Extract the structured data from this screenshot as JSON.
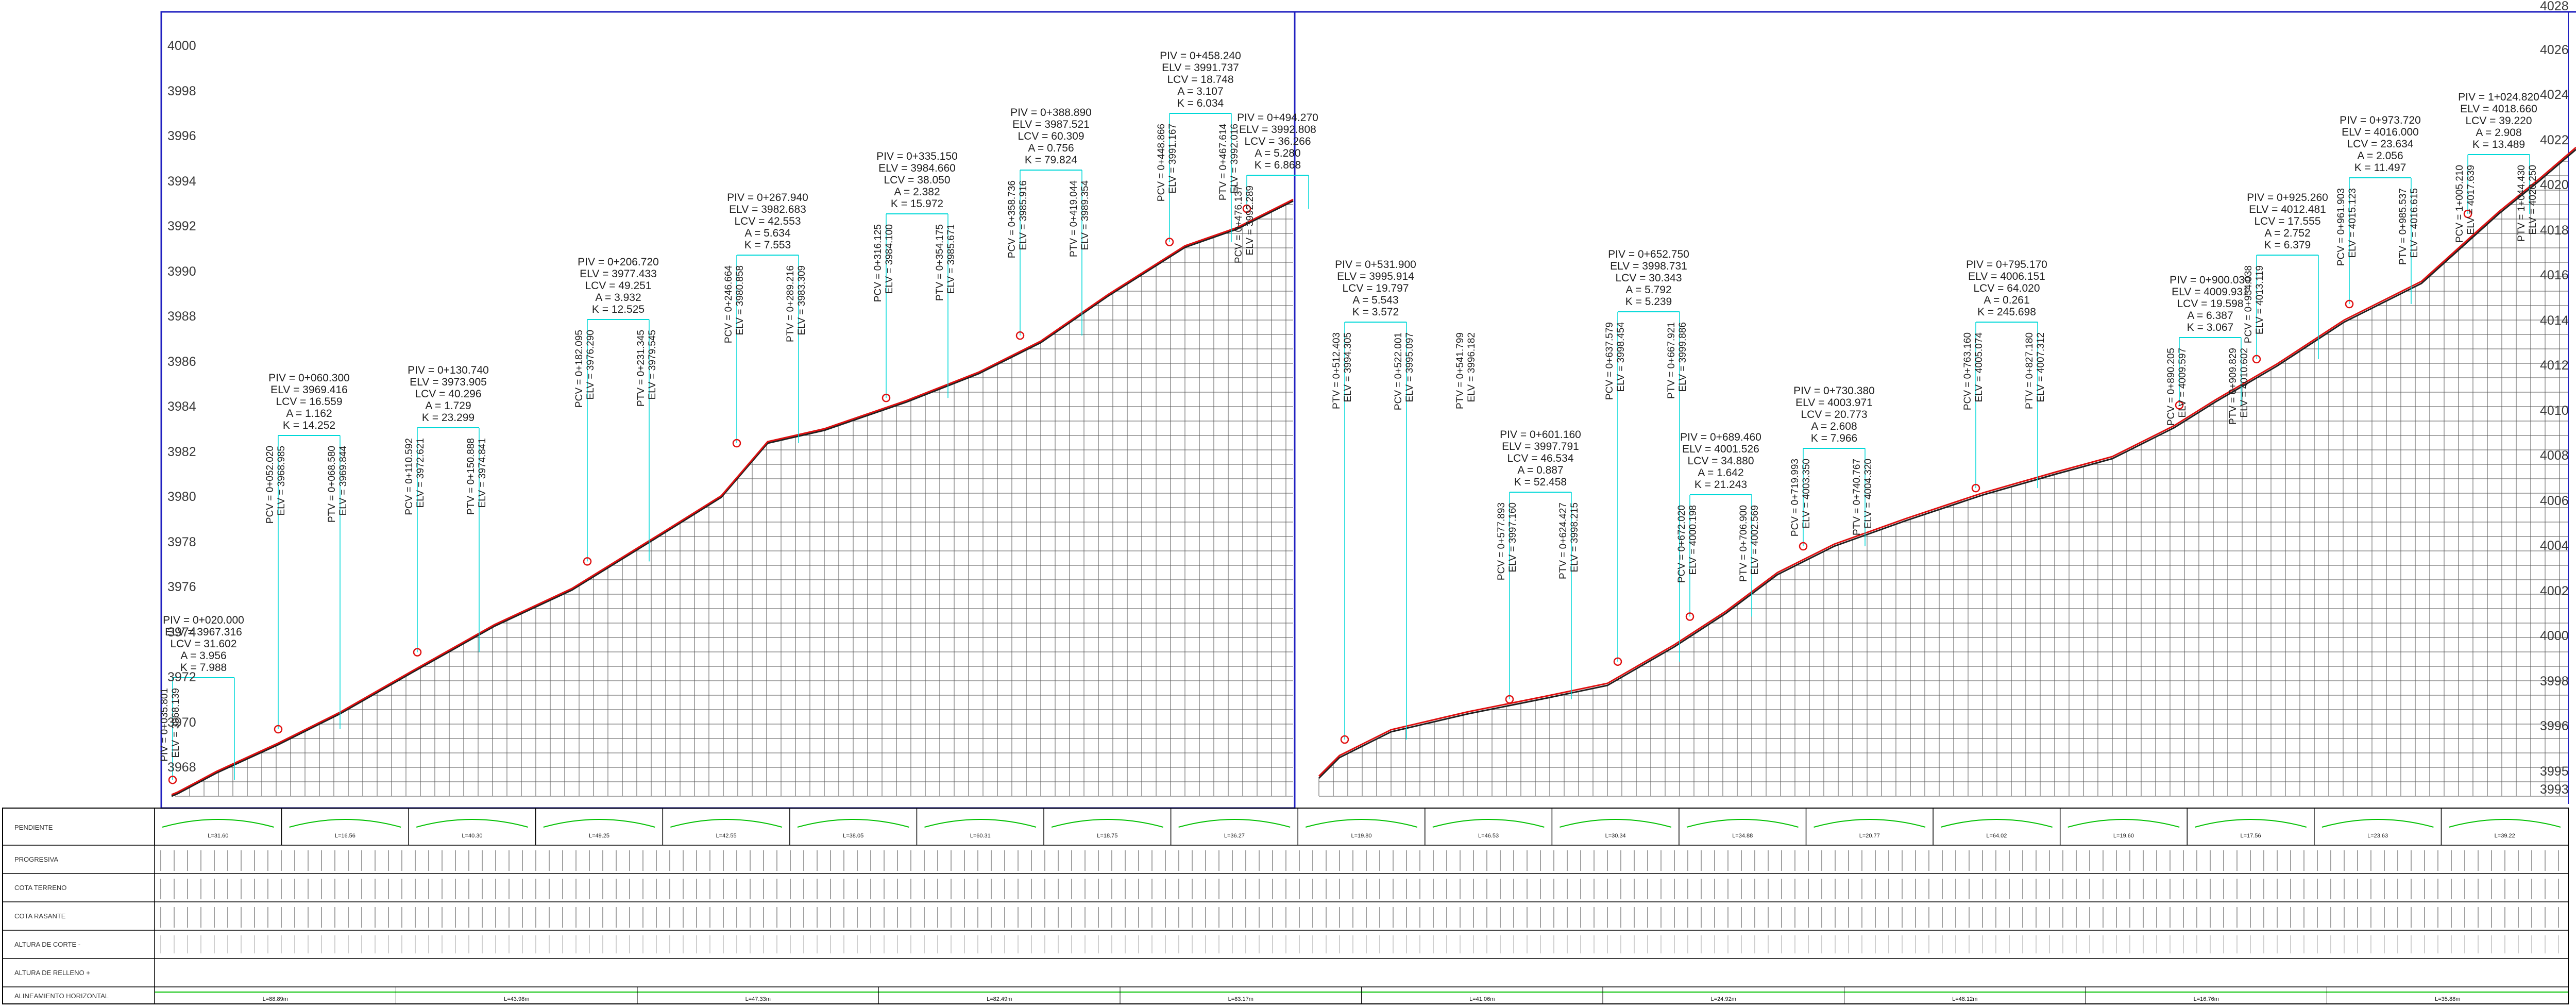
{
  "left_axis": {
    "labels": [
      "4000",
      "3998",
      "3996",
      "3994",
      "3992",
      "3990",
      "3988",
      "3986",
      "3984",
      "3982",
      "3980",
      "3978",
      "3976",
      "3974",
      "3972",
      "3970",
      "3968"
    ]
  },
  "right_axis": {
    "labels": [
      "4028",
      "4026",
      "4024",
      "4022",
      "4020",
      "4018",
      "4016",
      "4014",
      "4012",
      "4010",
      "4008",
      "4006",
      "4004",
      "4002",
      "4000",
      "3998",
      "3996",
      "3995",
      "3993"
    ]
  },
  "pivs_left": [
    {
      "lines": [
        "PIV = 0+020.000",
        "ELV = 3967.316",
        "LCV = 31.602",
        "A = 3.956",
        "K = 7.988"
      ],
      "pvc": [
        "PIV = 0+035.801",
        "ELV = 3968.139"
      ]
    },
    {
      "lines": [
        "PIV = 0+060.300",
        "ELV = 3969.416",
        "LCV = 16.559",
        "A = 1.162",
        "K = 14.252"
      ],
      "pvc": [
        "PCV = 0+052.020",
        "ELV = 3968.985",
        "PTV = 0+068.580",
        "ELV = 3969.844"
      ]
    },
    {
      "lines": [
        "PIV = 0+130.740",
        "ELV = 3973.905",
        "LCV = 40.296",
        "A = 1.729",
        "K = 23.299"
      ],
      "pvc": [
        "PCV = 0+110.592",
        "ELV = 3972.621",
        "PTV = 0+150.888",
        "ELV = 3974.841"
      ]
    },
    {
      "lines": [
        "PIV = 0+206.720",
        "ELV = 3977.433",
        "LCV = 49.251",
        "A = 3.932",
        "K = 12.525"
      ],
      "pvc": [
        "PCV = 0+182.095",
        "ELV = 3976.290",
        "PTV = 0+231.345",
        "ELV = 3979.545"
      ]
    },
    {
      "lines": [
        "PIV = 0+267.940",
        "ELV = 3982.683",
        "LCV = 42.553",
        "A = 5.634",
        "K = 7.553"
      ],
      "pvc": [
        "PCV = 0+246.664",
        "ELV = 3980.858",
        "PTV = 0+289.216",
        "ELV = 3983.309"
      ]
    },
    {
      "lines": [
        "PIV = 0+335.150",
        "ELV = 3984.660",
        "LCV = 38.050",
        "A = 2.382",
        "K = 15.972"
      ],
      "pvc": [
        "PCV = 0+316.125",
        "ELV = 3984.100",
        "PTV = 0+354.175",
        "ELV = 3985.671"
      ]
    },
    {
      "lines": [
        "PIV = 0+388.890",
        "ELV = 3987.521",
        "LCV = 60.309",
        "A = 0.756",
        "K = 79.824"
      ],
      "pvc": [
        "PCV = 0+358.736",
        "ELV = 3985.916",
        "PTV = 0+419.044",
        "ELV = 3989.354"
      ]
    },
    {
      "lines": [
        "PIV = 0+458.240",
        "ELV = 3991.737",
        "LCV = 18.748",
        "A = 3.107",
        "K = 6.034"
      ],
      "pvc": [
        "PCV = 0+448.866",
        "ELV = 3991.167",
        "PTV = 0+467.614",
        "ELV = 3992.016"
      ]
    },
    {
      "lines": [
        "PIV = 0+494.270",
        "ELV = 3992.808",
        "LCV = 36.266",
        "A = 5.280",
        "K = 6.868"
      ],
      "pvc": [
        "PCV = 0+476.137",
        "ELV = 3992.289"
      ]
    }
  ],
  "pivs_right": [
    {
      "lines": [
        "PIV = 0+531.900",
        "ELV = 3995.914",
        "LCV = 19.797",
        "A = 5.543",
        "K = 3.572"
      ],
      "pvc": [
        "PTV = 0+512.403",
        "ELV = 3994.305",
        "PCV = 0+522.001",
        "ELV = 3995.097",
        "PTV = 0+541.799",
        "ELV = 3996.182"
      ]
    },
    {
      "lines": [
        "PIV = 0+601.160",
        "ELV = 3997.791",
        "LCV = 46.534",
        "A = 0.887",
        "K = 52.458"
      ],
      "pvc": [
        "PCV = 0+577.893",
        "ELV = 3997.160",
        "PTV = 0+624.427",
        "ELV = 3998.215"
      ]
    },
    {
      "lines": [
        "PIV = 0+652.750",
        "ELV = 3998.731",
        "LCV = 30.343",
        "A = 5.792",
        "K = 5.239"
      ],
      "pvc": [
        "PCV = 0+637.579",
        "ELV = 3998.454",
        "PTV = 0+667.921",
        "ELV = 3999.886"
      ]
    },
    {
      "lines": [
        "PIV = 0+689.460",
        "ELV = 4001.526",
        "LCV = 34.880",
        "A = 1.642",
        "K = 21.243"
      ],
      "pvc": [
        "PCV = 0+672.020",
        "ELV = 4000.198",
        "PTV = 0+706.900",
        "ELV = 4002.569"
      ]
    },
    {
      "lines": [
        "PIV = 0+730.380",
        "ELV = 4003.971",
        "LCV = 20.773",
        "A = 2.608",
        "K = 7.966"
      ],
      "pvc": [
        "PCV = 0+719.993",
        "ELV = 4003.350",
        "PTV = 0+740.767",
        "ELV = 4004.320"
      ]
    },
    {
      "lines": [
        "PIV = 0+795.170",
        "ELV = 4006.151",
        "LCV = 64.020",
        "A = 0.261",
        "K = 245.698"
      ],
      "pvc": [
        "PCV = 0+763.160",
        "ELV = 4005.074",
        "PTV = 0+827.180",
        "ELV = 4007.312"
      ]
    },
    {
      "lines": [
        "PIV = 0+900.030",
        "ELV = 4009.931",
        "LCV = 19.598",
        "A = 6.387",
        "K = 3.067"
      ],
      "pvc": [
        "PCV = 0+890.205",
        "ELV = 4009.597",
        "PTV = 0+909.829",
        "ELV = 4010.602"
      ]
    },
    {
      "lines": [
        "PIV = 0+925.260",
        "ELV = 4012.481",
        "LCV = 17.555",
        "A = 2.752",
        "K = 6.379"
      ],
      "pvc": [
        "PCV = 0+934.038",
        "ELV = 4013.119"
      ]
    },
    {
      "lines": [
        "PIV = 0+973.720",
        "ELV = 4016.000",
        "LCV = 23.634",
        "A = 2.056",
        "K = 11.497"
      ],
      "pvc": [
        "PCV = 0+961.903",
        "ELV = 4015.123",
        "PTV = 0+985.537",
        "ELV = 4016.615"
      ]
    },
    {
      "lines": [
        "PIV = 1+024.820",
        "ELV = 4018.660",
        "LCV = 39.220",
        "A = 2.908",
        "K = 13.489"
      ],
      "pvc": [
        "PCV = 1+005.210",
        "ELV = 4017.639",
        "PTV = 1+044.430",
        "ELV = 4020.250"
      ]
    }
  ],
  "bottom_rows": {
    "labels": [
      "PENDIENTE",
      "PROGRESIVA",
      "COTA TERRENO",
      "COTA RASANTE",
      "ALTURA DE CORTE -",
      "ALTURA DE RELLENO +",
      "ALINEAMIENTO HORIZONTAL"
    ],
    "pendiente_segments": [
      "L=31.60",
      "L=16.56",
      "L=40.30",
      "L=49.25",
      "L=42.55",
      "L=38.05",
      "L=60.31",
      "L=18.75",
      "L=36.27",
      "L=19.80",
      "L=46.53",
      "L=30.34",
      "L=34.88",
      "L=20.77",
      "L=64.02",
      "L=19.60",
      "L=17.56",
      "L=23.63",
      "L=39.22"
    ],
    "horizontal_segments": [
      "L=88.89m",
      "L=43.98m",
      "L=47.33m",
      "L=82.49m",
      "L=83.17m",
      "L=41.06m",
      "L=24.92m",
      "L=48.12m",
      "L=16.76m",
      "L=35.88m"
    ]
  },
  "colors": {
    "frame": "#2020c0",
    "piv_lines": "#00d8d8",
    "rasante": "#e01010",
    "terreno": "#202020",
    "curve_green": "#00c000"
  }
}
